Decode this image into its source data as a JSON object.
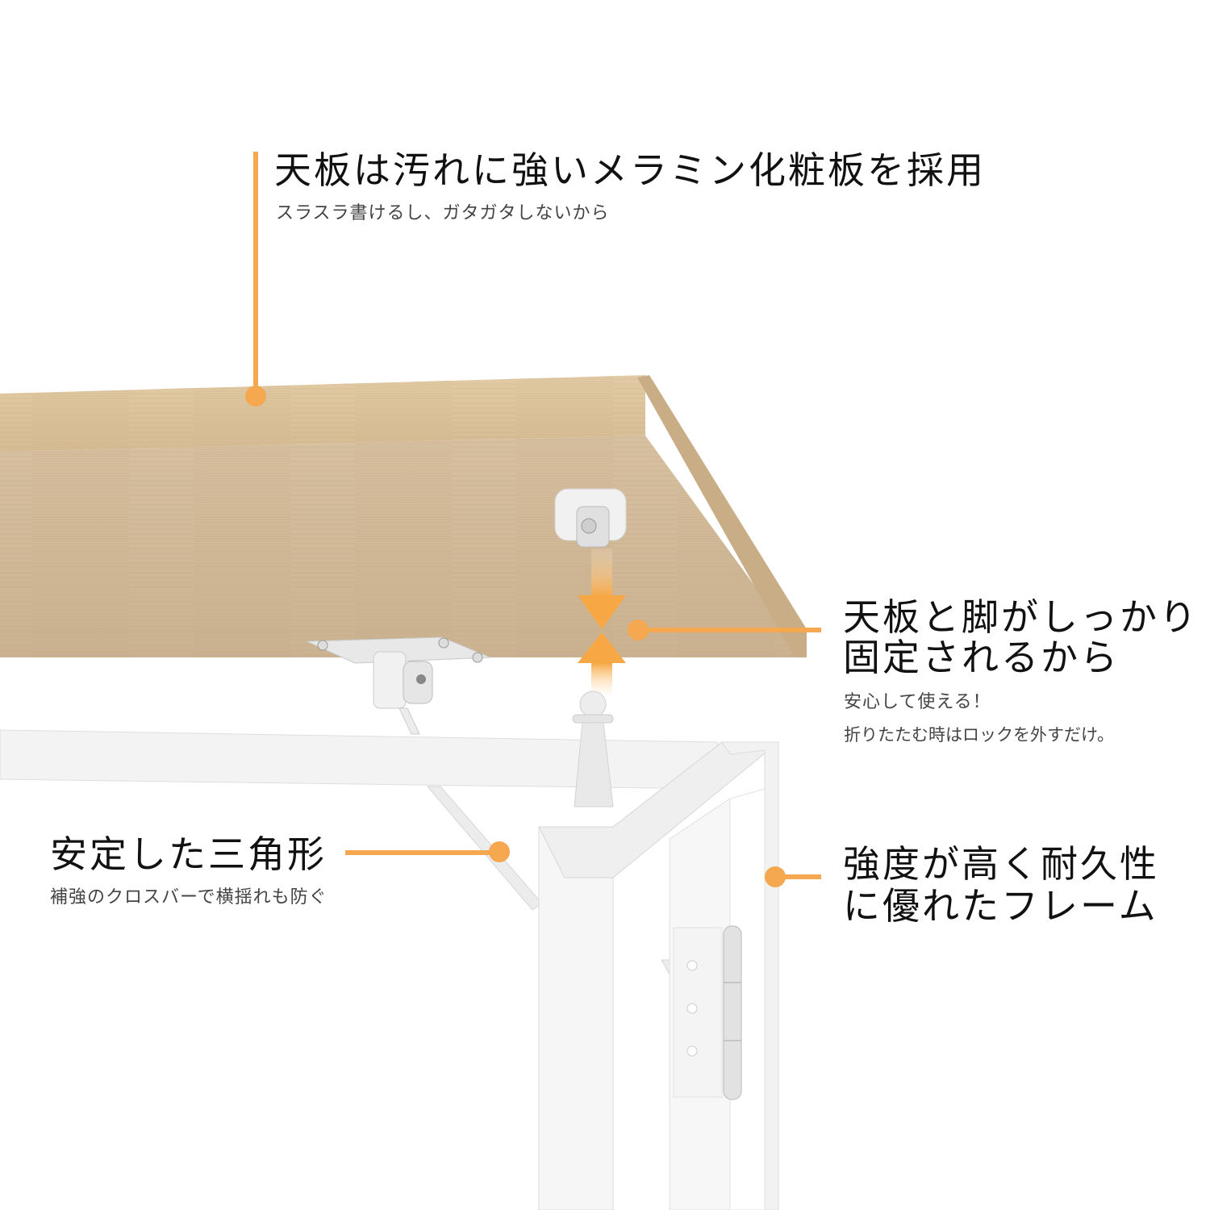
{
  "callouts": [
    {
      "title": "天板は汚れに強いメラミン化粧板を採用",
      "subtitle": "スラスラ書けるし、ガタガタしないから"
    },
    {
      "title_line1": "天板と脚がしっかり",
      "title_line2": "固定されるから",
      "subtitle_line1": "安心して使える！",
      "subtitle_line2": "折りたたむ時はロックを外すだけ。"
    },
    {
      "title": "安定した三角形",
      "subtitle": "補強のクロスバーで横揺れも防ぐ"
    },
    {
      "title_line1": "強度が高く耐久性",
      "title_line2": "に優れたフレーム"
    }
  ],
  "colors": {
    "accent": "#f5a84f",
    "wood_top": "#dcc39b",
    "wood_side": "#cdb48f",
    "frame": "#f4f4f4"
  }
}
